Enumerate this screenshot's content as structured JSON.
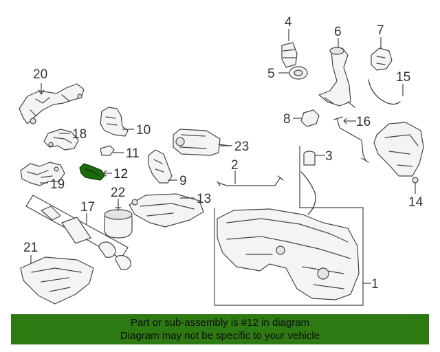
{
  "diagram": {
    "highlighted_callout": "12",
    "highlight_color": "#1c6a0c",
    "callouts": [
      "1",
      "2",
      "3",
      "4",
      "5",
      "6",
      "7",
      "8",
      "9",
      "10",
      "11",
      "12",
      "13",
      "14",
      "15",
      "16",
      "17",
      "19",
      "18",
      "20",
      "21",
      "22",
      "23"
    ]
  },
  "banner": {
    "background_color": "#2e7a12",
    "line1": "Part or sub-assembly is #12 in diagram",
    "line2": "Diagram may not be specific to your vehicle"
  }
}
